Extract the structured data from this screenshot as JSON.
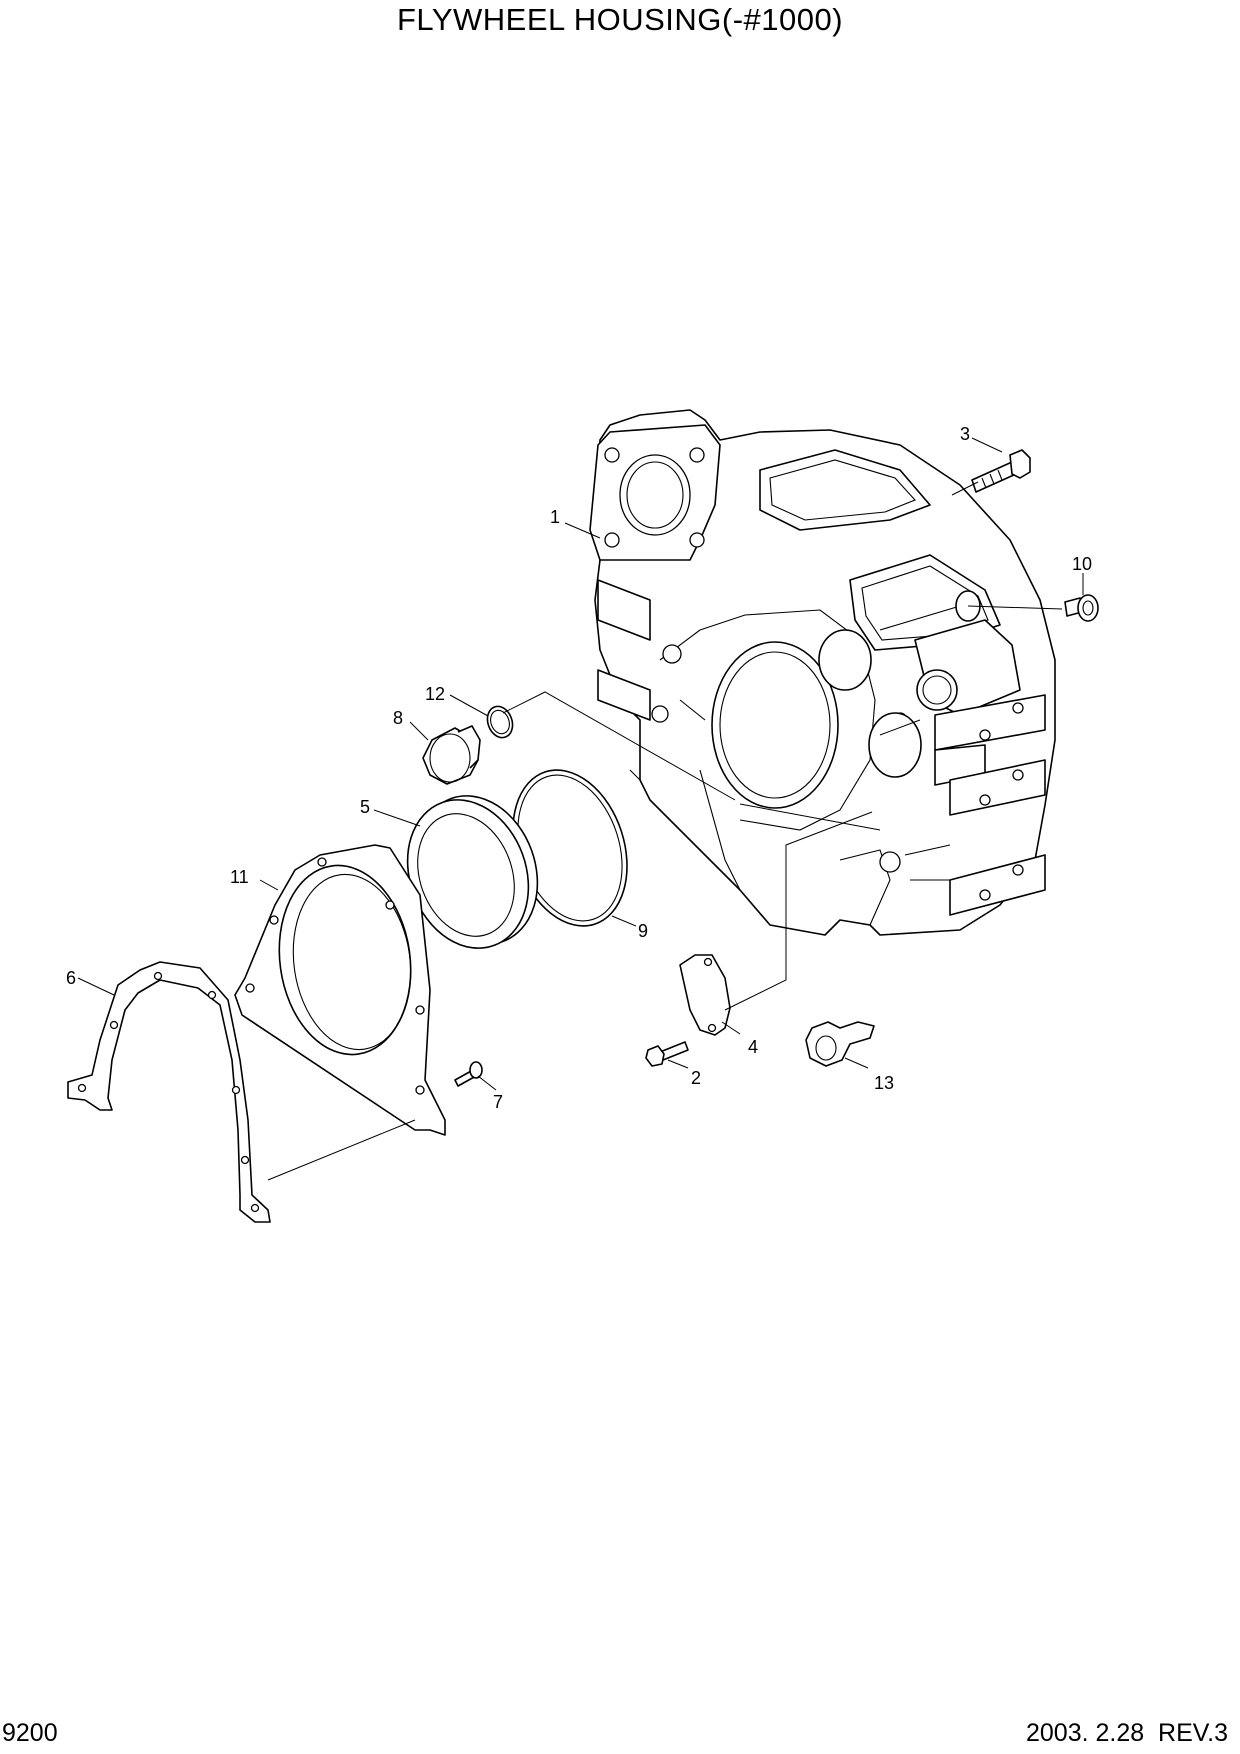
{
  "title": "FLYWHEEL HOUSING(-#1000)",
  "page_number": "9200",
  "revision": "2003. 2.28  REV.3",
  "callouts": [
    "1",
    "2",
    "3",
    "4",
    "5",
    "6",
    "7",
    "8",
    "9",
    "10",
    "11",
    "12",
    "13"
  ]
}
